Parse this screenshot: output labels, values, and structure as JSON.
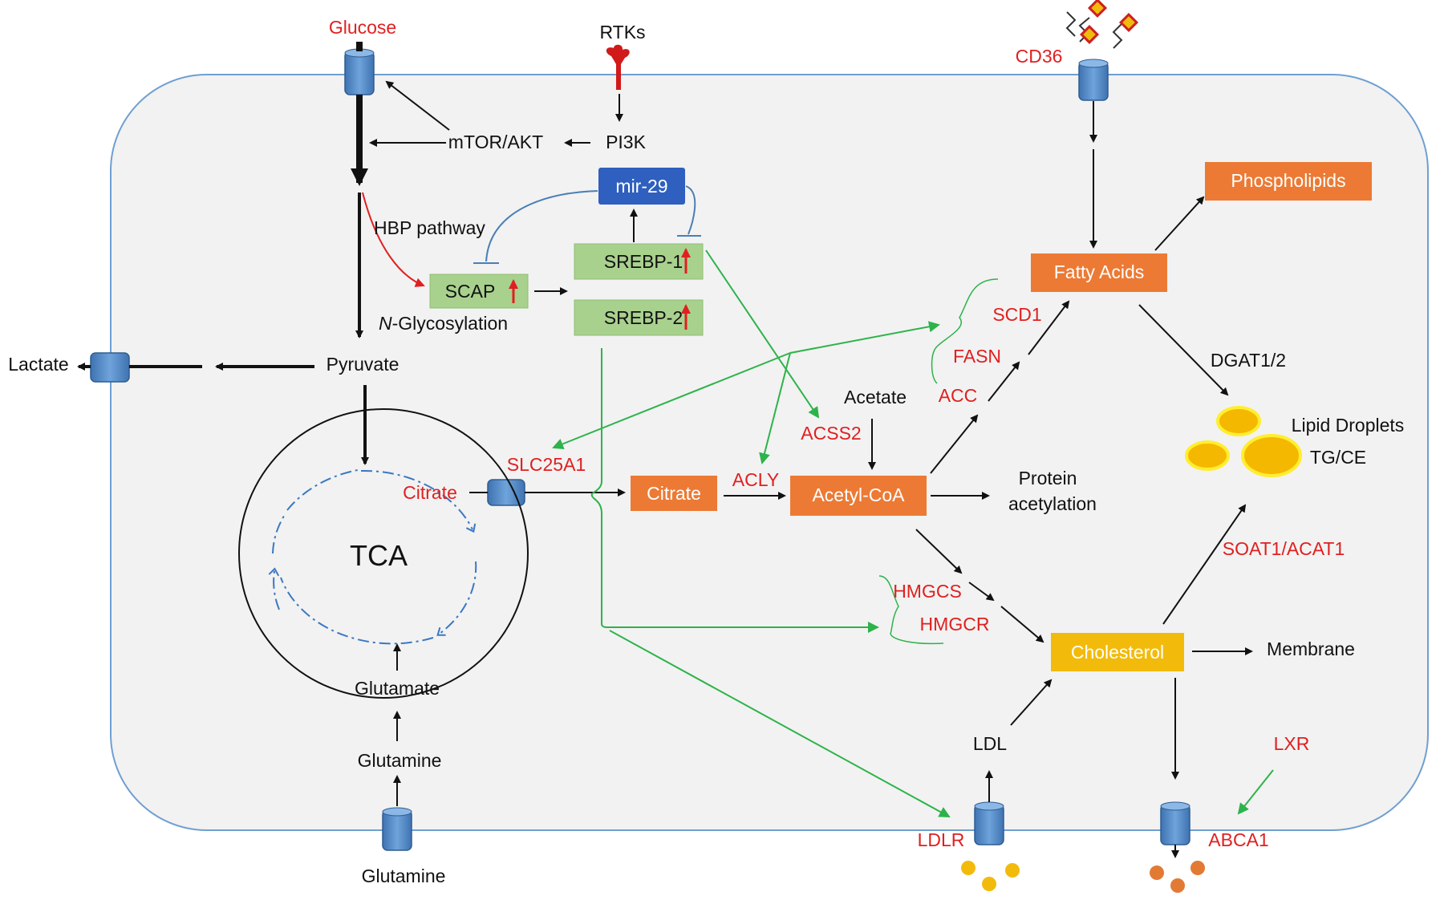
{
  "colors": {
    "cell_fill": "#f2f2f2",
    "cell_border": "#6f9fd1",
    "transporter": "#4f86c6",
    "orange_box": "#ec7a34",
    "yellow_box": "#f2bb0c",
    "green_box": "#a9d18e",
    "blue_box": "#2f5fbf",
    "red_text": "#e02020",
    "green_arrow": "#2db34a",
    "lipid_droplet": "#f5b800"
  },
  "labels": {
    "glucose": "Glucose",
    "rtks": "RTKs",
    "cd36": "CD36",
    "mtor_akt": "mTOR/AKT",
    "pi3k": "PI3K",
    "mir29": "mir-29",
    "hbp": "HBP pathway",
    "scap": "SCAP",
    "srebp1": "SREBP-1",
    "srebp2": "SREBP-2",
    "n_glyc_italic": "N",
    "n_glyc_rest": "-Glycosylation",
    "lactate": "Lactate",
    "pyruvate": "Pyruvate",
    "tca": "TCA",
    "citrate_mito": "Citrate",
    "slc25a1": "SLC25A1",
    "citrate": "Citrate",
    "acly": "ACLY",
    "acetyl_coa": "Acetyl-CoA",
    "acss2": "ACSS2",
    "acetate": "Acetate",
    "protein_acetylation_1": "Protein",
    "protein_acetylation_2": "acetylation",
    "acc": "ACC",
    "fasn": "FASN",
    "scd1": "SCD1",
    "fatty_acids": "Fatty Acids",
    "phospholipids": "Phospholipids",
    "dgat": "DGAT1/2",
    "lipid_droplets": "Lipid Droplets",
    "tg_ce": "TG/CE",
    "soat": "SOAT1/ACAT1",
    "hmgcs": "HMGCS",
    "hmgcr": "HMGCR",
    "cholesterol": "Cholesterol",
    "membrane": "Membrane",
    "glutamate": "Glutamate",
    "glutamine_in": "Glutamine",
    "glutamine_out": "Glutamine",
    "ldl": "LDL",
    "ldlr": "LDLR",
    "lxr": "LXR",
    "abca1": "ABCA1"
  }
}
